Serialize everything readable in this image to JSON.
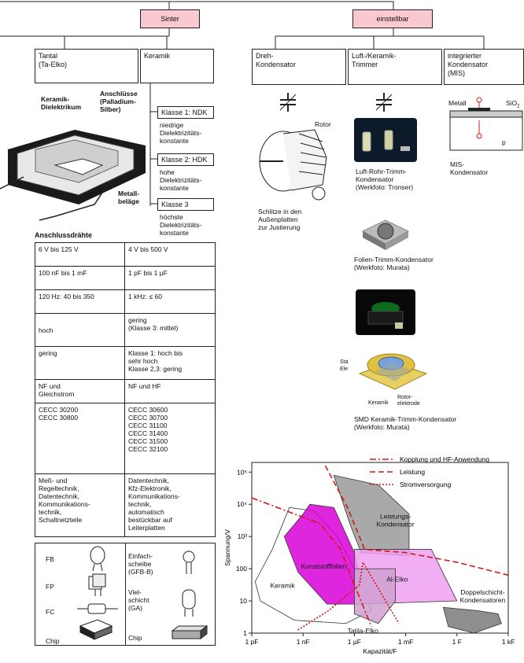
{
  "tree": {
    "sinter": "Sinter",
    "einstellbar": "einstellbar",
    "tantal": "Tantal\n(Ta-Elko)",
    "keramik": "Keramik",
    "dreh": "Dreh-\nKondensator",
    "luft": "Luft-/Keramik-\nTrimmer",
    "integriert": "integrierter\nKondensator\n(MIS)"
  },
  "ceramic_classes": [
    {
      "label": "Klasse 1: NDK",
      "desc": "niedrige\nDielektrizitäts-\nkonstante"
    },
    {
      "label": "Klasse 2: HDK",
      "desc": "hohe\nDielektrizitäts-\nkonstante"
    },
    {
      "label": "Klasse 3",
      "desc": "höchste\nDielektrizitäts-\nkonstante"
    }
  ],
  "tantal_drawing": {
    "keramik_dielektrikum": "Keramik-\nDielektrikum",
    "anschluesse": "Anschlüsse\n(Palladium-\nSilber)",
    "metallbelaege": "Metall-\nbeläge",
    "anschlussdraehte": "Anschlussdrähte"
  },
  "rows": [
    [
      "6 V  bis  125 V",
      "4 V  bis  500 V"
    ],
    [
      "100 nF  bis  1 mF",
      "1 pF  bis  1 µF"
    ],
    [
      "120 Hz: 40 bis 350",
      "1 kHz: ≤ 60"
    ],
    [
      "hoch",
      "gering\n(Klasse 3: mittel)"
    ],
    [
      "gering",
      "Klasse 1: hoch bis\n              sehr hoch\nKlasse 2,3: gering"
    ],
    [
      "NF und\nGleichstrom",
      "NF  und  HF"
    ],
    [
      "CECC 30200\nCECC 30800",
      "CECC 30600\nCECC 30700\nCECC 31100\nCECC 31400\nCECC 31500\nCECC 32100"
    ],
    [
      "Meß- und\nRegeltechnik,\nDatentechnik,\nKommunikations-\ntechnik,\nSchaltnetzteile",
      "Datentechnik,\nKfz-Elektronik,\nKommunikations-\ntechnik,\nautomatisch\nbestückbar auf\nLeiterplatten"
    ]
  ],
  "forms_left": [
    "FB",
    "FP",
    "FC",
    "Chip"
  ],
  "forms_right": [
    "Einfach-\nscheibe\n(GFB-B)",
    "Viel-\nschicht\n(GA)",
    "Chip"
  ],
  "right_labels": {
    "rotor": "Rotor",
    "schlitze": "Schlitze in den\nAußenplatten\nzur Justierung",
    "luft_rohr": "Luft-Rohr-Trimm-\nKondensator\n(Werkfoto: Tronser)",
    "metall": "Metall",
    "sio2": "SiO",
    "sio2_sub": "2",
    "p": "p",
    "mis": "MIS-\nKondensator",
    "folien": "Folien-Trimm-Kondensator\n(Werkfoto: Murata)",
    "sta": "Sta\nEle",
    "keramik_small": "Keramik",
    "rotor_elektrode": "Rotor-\nelektrode",
    "smd": "SMD Keramik-Trimm-Kondensator\n(Werkfoto: Murata)"
  },
  "chart_data": {
    "type": "area",
    "xlabel": "Kapazität/F",
    "ylabel": "Spannung/V",
    "x_ticks": [
      "1 pF",
      "1 nF",
      "1 µF",
      "1 mF",
      "1 F",
      "1 kF"
    ],
    "y_ticks": [
      "1",
      "10",
      "100",
      "10³",
      "10⁴",
      "10⁵"
    ],
    "x_log_range": [
      -12,
      3
    ],
    "y_log_range": [
      0,
      5.3
    ],
    "legend": [
      {
        "name": "Kopplung und HF-Anwendung",
        "style": "dash-dot",
        "color": "#d01818"
      },
      {
        "name": "Leistung",
        "style": "dashed",
        "color": "#d01818"
      },
      {
        "name": "Stromversorgung",
        "style": "dotted",
        "color": "#d01818"
      }
    ],
    "regions": [
      {
        "name": "Keramik",
        "color": "#ffffff",
        "points": [
          [
            -11.5,
            1
          ],
          [
            -11.8,
            1.6
          ],
          [
            -10.8,
            2.6
          ],
          [
            -9.8,
            3.9
          ],
          [
            -8.4,
            3.8
          ],
          [
            -7.0,
            3.0
          ],
          [
            -5.6,
            1.6
          ],
          [
            -5.0,
            0.7
          ],
          [
            -6.5,
            0.3
          ],
          [
            -9.5,
            0.4
          ]
        ]
      },
      {
        "name": "Leistungs-\nKondensator",
        "color": "#9a9a9a",
        "points": [
          [
            -7.2,
            4.9
          ],
          [
            -4.6,
            4.6
          ],
          [
            -2.8,
            3.7
          ],
          [
            -2.8,
            2.4
          ],
          [
            -5.6,
            2.5
          ],
          [
            -6.2,
            3.3
          ]
        ]
      },
      {
        "name": "Kunststofffolien",
        "color": "#d800d8",
        "points": [
          [
            -9.0,
            3.7
          ],
          [
            -8.6,
            4.0
          ],
          [
            -7.2,
            3.9
          ],
          [
            -6.0,
            2.5
          ],
          [
            -5.6,
            1.6
          ],
          [
            -6.0,
            0.9
          ],
          [
            -7.6,
            0.9
          ],
          [
            -9.3,
            1.9
          ],
          [
            -10.1,
            3.0
          ]
        ]
      },
      {
        "name": "Al-Elko",
        "color": "#f0a0f0",
        "points": [
          [
            -6.0,
            2.6
          ],
          [
            -1.5,
            2.6
          ],
          [
            0.0,
            1.0
          ],
          [
            -6.0,
            0.9
          ]
        ]
      },
      {
        "name": "Tatila-Elko",
        "color": "#cfa0cf",
        "points": [
          [
            -6.0,
            2.0
          ],
          [
            -3.6,
            2.0
          ],
          [
            -3.6,
            1.0
          ],
          [
            -4.6,
            0.3
          ],
          [
            -6.0,
            0.6
          ]
        ]
      },
      {
        "name": "Doppelschicht-\nKondensatoren",
        "color": "#7a7a7a",
        "points": [
          [
            -0.8,
            0.8
          ],
          [
            1.2,
            0.7
          ],
          [
            2.4,
            0.6
          ],
          [
            2.6,
            0.3
          ],
          [
            1.0,
            0.0
          ],
          [
            -0.5,
            0.2
          ]
        ]
      }
    ],
    "lines": [
      {
        "name": "Kopplung und HF-Anwendung",
        "points": [
          [
            -12,
            4.2
          ],
          [
            -10.5,
            3.9
          ],
          [
            -8.0,
            3.4
          ],
          [
            -6.8,
            2.6
          ],
          [
            -6.0,
            1.5
          ],
          [
            -5.0,
            0.2
          ]
        ]
      },
      {
        "name": "Leistung",
        "points": [
          [
            -7.7,
            5.2
          ],
          [
            -6.4,
            3.9
          ],
          [
            -5.4,
            2.6
          ],
          [
            -3.0,
            2.5
          ],
          [
            0.0,
            2.2
          ],
          [
            3.0,
            1.8
          ]
        ]
      },
      {
        "name": "Stromversorgung",
        "points": [
          [
            -9.3,
            0.1
          ],
          [
            -7.5,
            0.7
          ],
          [
            -5.7,
            1.5
          ],
          [
            -5.5,
            2.2
          ],
          [
            -3.4,
            0.3
          ]
        ]
      }
    ]
  }
}
